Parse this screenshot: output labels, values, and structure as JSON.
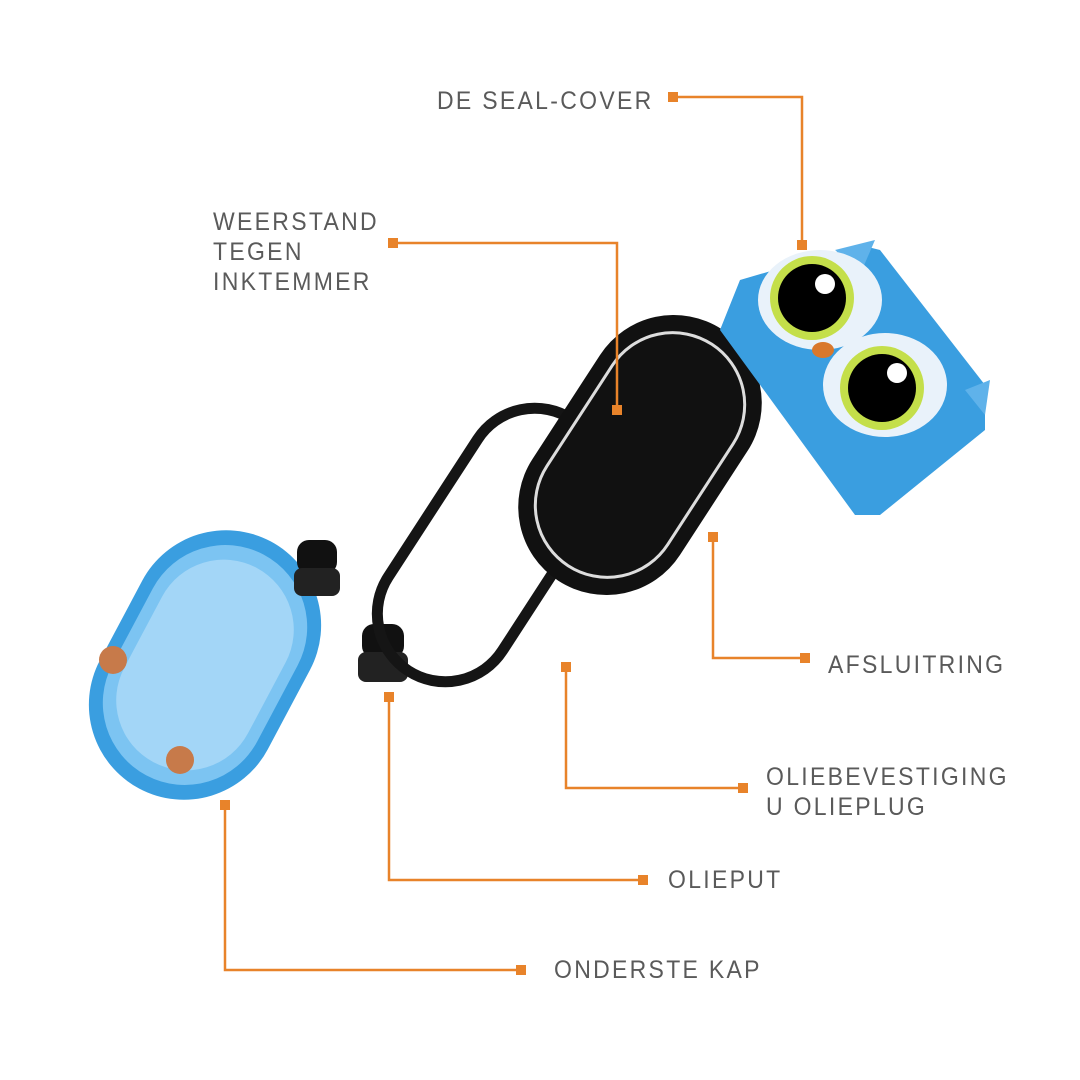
{
  "accent_color": "#e8832a",
  "labels": {
    "seal_cover": "DE SEAL-COVER",
    "resistance": [
      "WEERSTAND",
      "TEGEN",
      "INKTEMMER"
    ],
    "sealing_ring": "AFSLUITRING",
    "oil_fixing": [
      "OLIEBEVESTIGING",
      "U OLIEPLUG"
    ],
    "oil_well": "OLIEPUT",
    "bottom_cap": "ONDERSTE KAP"
  }
}
